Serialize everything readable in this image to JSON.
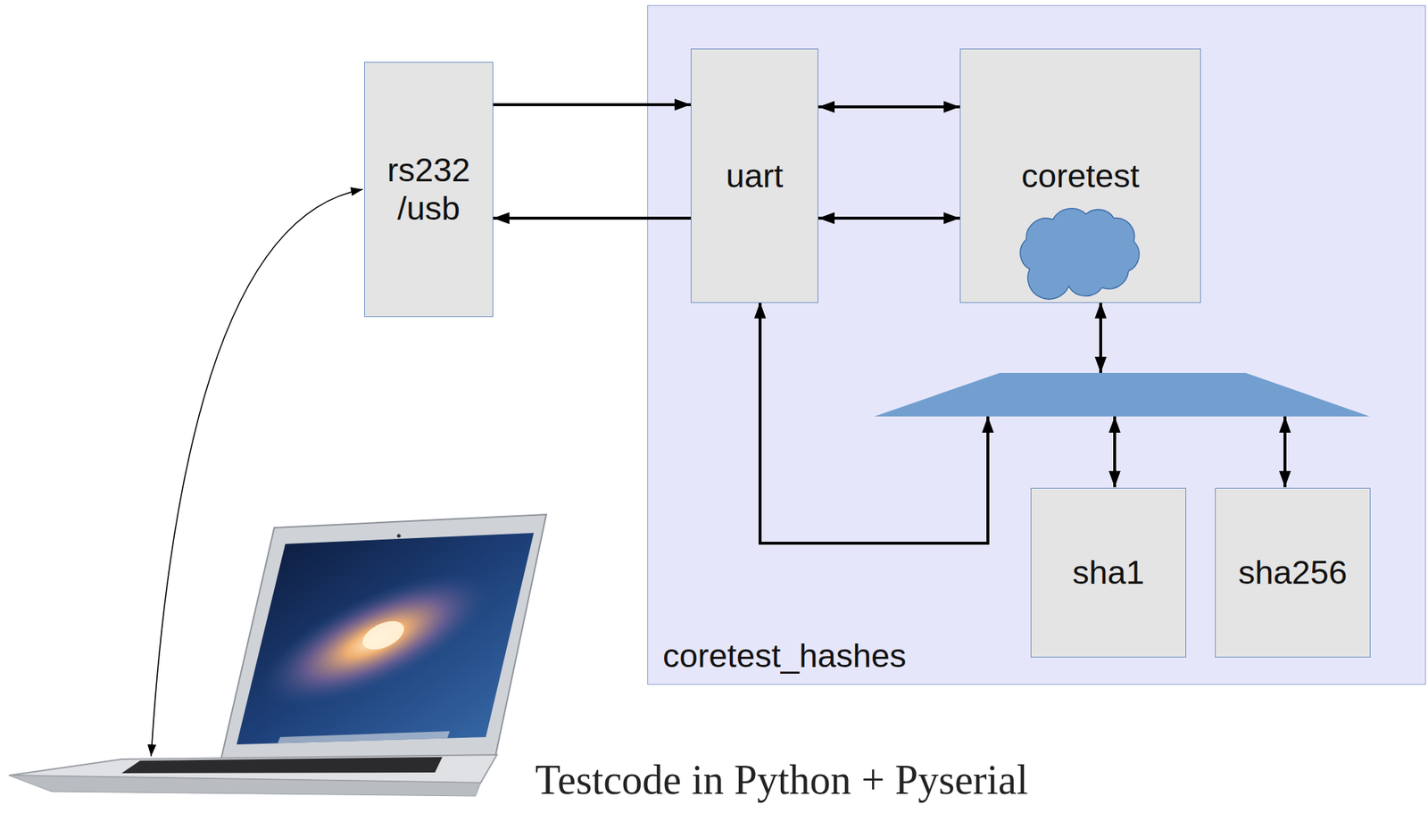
{
  "diagram": {
    "caption": "Testcode in Python + Pyserial",
    "nodes": [
      {
        "text": [
          "rs232 /usb"
        ]
      },
      {
        "text": [
          "coretest_hashes"
        ]
      },
      {
        "text": [
          "uart"
        ],
        "in": 1
      },
      {
        "text": [
          "coretest"
        ],
        "in": 1
      },
      {
        "text": [
          "sha1"
        ],
        "in": 1
      },
      {
        "text": [
          "sha256"
        ],
        "in": 1
      }
    ],
    "edges": [
      {
        "from": 0,
        "to": 2,
        "arrow": "to"
      },
      {
        "from": 2,
        "to": 0,
        "arrow": "to"
      },
      {
        "from": 2,
        "to": 3,
        "arrow": "both"
      },
      {
        "from": 2,
        "to": 3,
        "arrow": "both"
      }
    ]
  }
}
